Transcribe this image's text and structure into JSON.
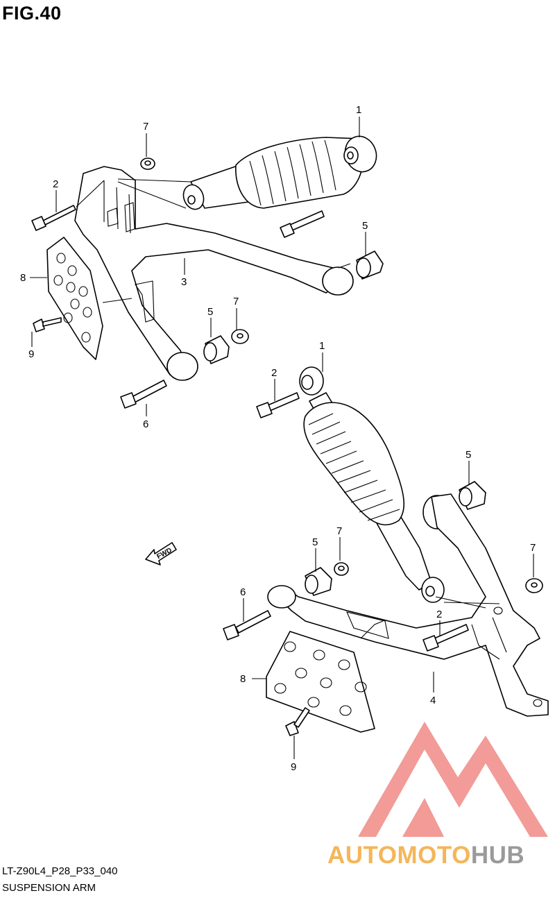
{
  "figure": {
    "title": "FIG.40",
    "code": "LT-Z90L4_P28_P33_040",
    "caption": "SUSPENSION ARM",
    "fwd_label": "FWD"
  },
  "callouts": {
    "upper": {
      "shock": "1",
      "bolt_top": "2",
      "arm": "3",
      "bushing_right": "5",
      "bushing_mid": "5",
      "washer_top": "7",
      "washer_mid": "7",
      "plate": "8",
      "screw": "9",
      "bolt_lower": "6"
    },
    "lower": {
      "shock": "1",
      "bolt_top": "2",
      "bolt_bracket": "2",
      "arm": "4",
      "bushing_top": "5",
      "bushing_mid": "5",
      "washer_mid": "7",
      "washer_right": "7",
      "bolt_left": "6",
      "plate": "8",
      "screw": "9"
    }
  },
  "watermark": {
    "word_a": "AUTOMOTO",
    "word_b": "HUB",
    "color_a": "#f4b65a",
    "color_b": "#9a9a9a",
    "logo_color": "#f08a86"
  }
}
